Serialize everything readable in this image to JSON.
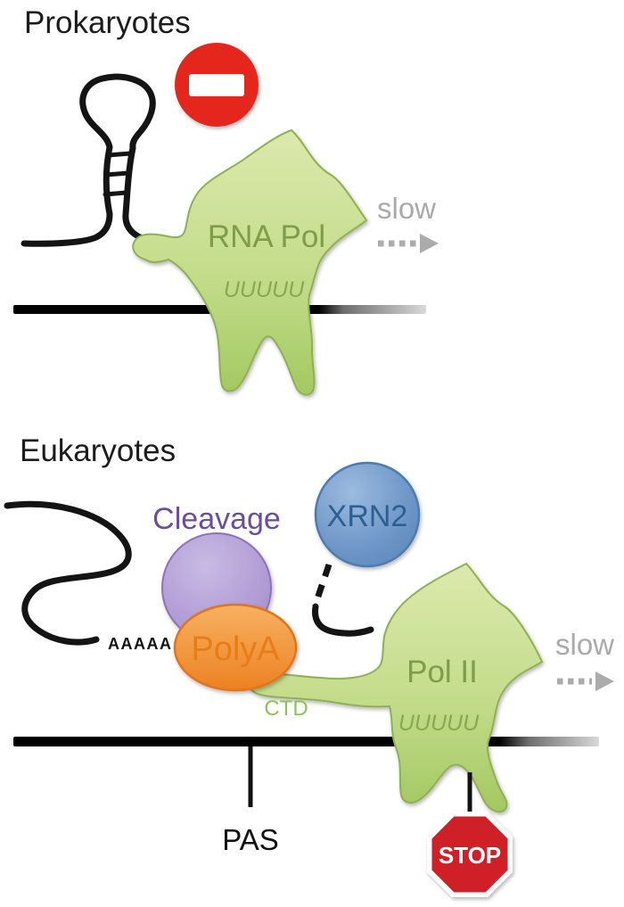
{
  "figure": {
    "prokaryotes": {
      "title": "Prokaryotes",
      "polymerase": "RNA Pol",
      "poly_u_tract": "UUUUU",
      "speed": "slow"
    },
    "eukaryotes": {
      "title": "Eukaryotes",
      "cleavage": "Cleavage",
      "xrn2": "XRN2",
      "polya": "PolyA",
      "polya_tail": "AAAAA",
      "ctd": "CTD",
      "polymerase": "Pol II",
      "poly_u_tract": "UUUUU",
      "speed": "slow",
      "pas": "PAS",
      "stop": "STOP"
    }
  },
  "colors": {
    "polymerase_text": "#7d9d4a",
    "poly_u_text": "#87aa50",
    "ctd_text": "#8ec25b",
    "no_entry_red": "#e5261f",
    "stop_red": "#cf2027",
    "cleavage_text": "#6a4d9e",
    "polya_text": "#e87c17",
    "xrn2_text": "#2d5f93",
    "slow_gray": "#aaaaaa",
    "nucleic_black": "#141414"
  }
}
